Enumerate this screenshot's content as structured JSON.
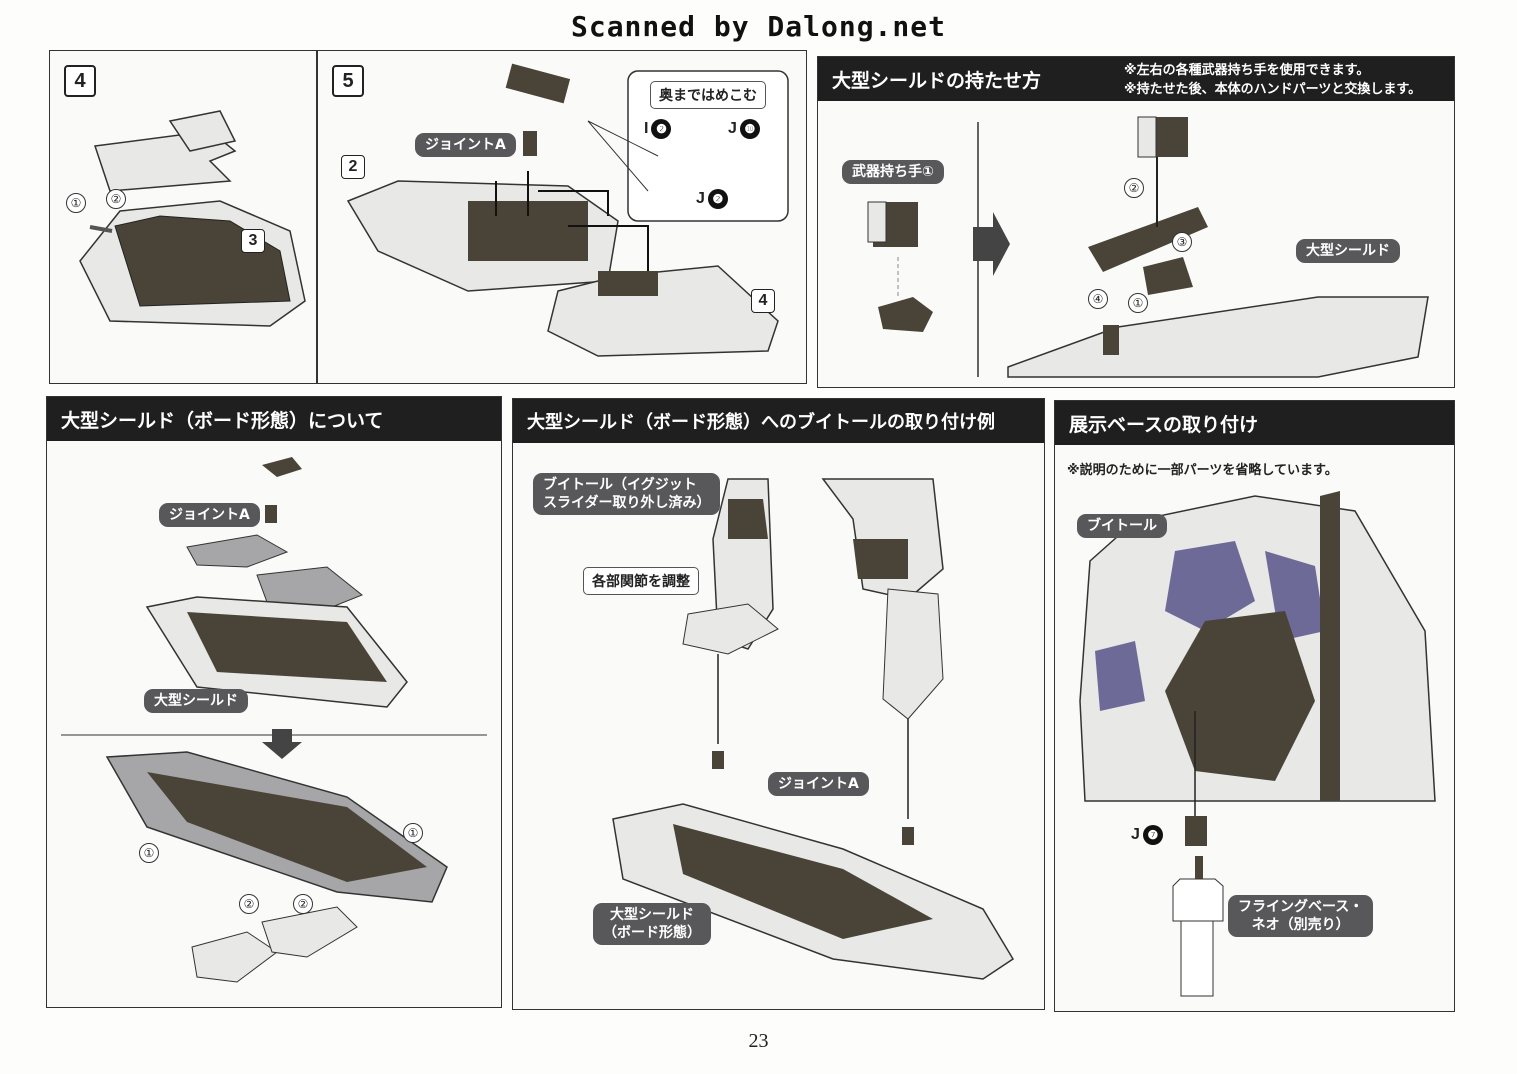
{
  "header": {
    "scan_credit": "Scanned by Dalong.net"
  },
  "page_number": "23",
  "panels": {
    "step4": {
      "step": "4",
      "labels": {
        "c1": "①",
        "c2": "②",
        "s3": "3"
      }
    },
    "step5": {
      "step": "5",
      "joint_a": "ジョイントA",
      "push_in": "奥まではめこむ",
      "s2": "2",
      "s4": "4",
      "parts": {
        "i": "I",
        "i_num": "❷",
        "j10": "J",
        "j10_num": "❿",
        "j2": "J",
        "j2_num": "❷"
      }
    },
    "hold": {
      "title": "大型シールドの持たせ方",
      "note1": "※左右の各種武器持ち手を使用できます。",
      "note2": "※持たせた後、本体のハンドパーツと交換します。",
      "weapon_hand": "武器持ち手①",
      "shield": "大型シールド",
      "c1": "①",
      "c2": "②",
      "c3": "③",
      "c4": "④"
    },
    "board": {
      "title": "大型シールド（ボード形態）について",
      "joint_a": "ジョイントA",
      "shield": "大型シールド",
      "c1a": "①",
      "c1b": "①",
      "c2a": "②",
      "c2b": "②"
    },
    "mount": {
      "title": "大型シールド（ボード形態）へのブイトールの取り付け例",
      "vtol": "ブイトール（イグジット\nスライダー取り外し済み）",
      "adjust": "各部関節を調整",
      "joint_a": "ジョイントA",
      "shield": "大型シールド\n（ボード形態）"
    },
    "display": {
      "title": "展示ベースの取り付け",
      "note": "※説明のために一部パーツを省略しています。",
      "vtol": "ブイトール",
      "part_j": "J",
      "part_j_num": "❼",
      "base": "フライングベース・\nネオ（別売り）"
    }
  },
  "colors": {
    "dark_part": "#4a4438",
    "light_part": "#e8e8e6",
    "gray_part": "#a6a6a8",
    "purple": "#6e6a98",
    "header_bg": "#1f1f1f"
  }
}
